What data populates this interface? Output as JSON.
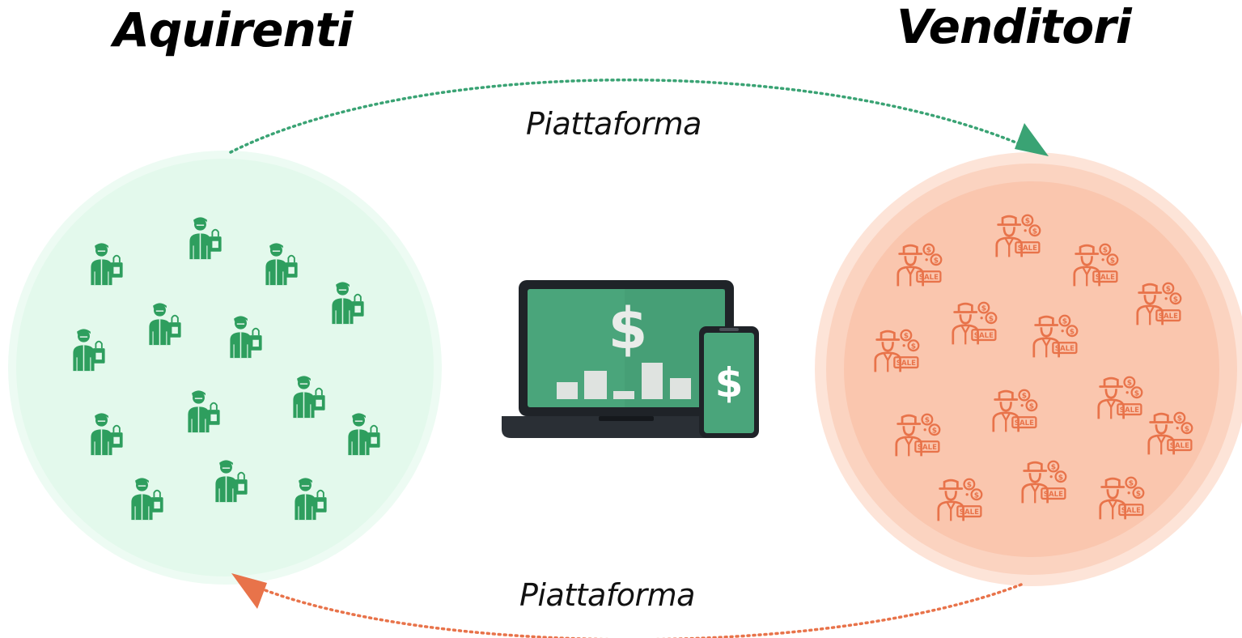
{
  "titles": {
    "buyers": "Aquirenti",
    "sellers": "Venditori"
  },
  "arrows": {
    "top_label": "Piattaforma",
    "bottom_label": "Piattaforma"
  },
  "icons": {
    "buyer": "buyer-with-shopping-bag-icon",
    "seller": "seller-with-hat-coins-sale-tag-icon",
    "platform": "laptop-and-phone-dollar-icon",
    "phone_symbol": "$",
    "laptop_symbol": "$",
    "seller_tag": "SALE"
  },
  "colors": {
    "buyer_green": "#2e9e5e",
    "buyer_circle": "#e3f9ec",
    "seller_orange": "#e8734a",
    "seller_circle": "#fcd2c0",
    "arrow_top": "#3aa374",
    "arrow_bottom": "#e8734a",
    "laptop_screen": "#4aa57b",
    "laptop_frame": "#1f2328"
  }
}
